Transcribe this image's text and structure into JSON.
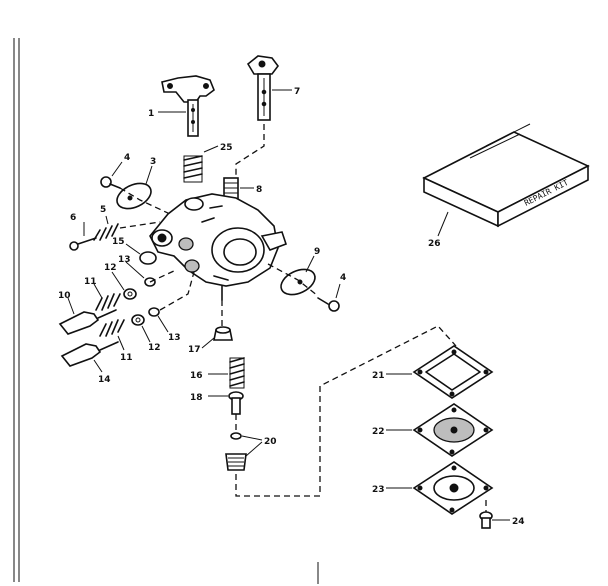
{
  "callouts": {
    "c1": "1",
    "c3": "3",
    "c4a": "4",
    "c4b": "4",
    "c5": "5",
    "c6": "6",
    "c7": "7",
    "c8": "8",
    "c9": "9",
    "c10": "10",
    "c11a": "11",
    "c11b": "11",
    "c12a": "12",
    "c12b": "12",
    "c13a": "13",
    "c13b": "13",
    "c14": "14",
    "c15": "15",
    "c16": "16",
    "c17": "17",
    "c18": "18",
    "c20": "20",
    "c21": "21",
    "c22": "22",
    "c23": "23",
    "c24": "24",
    "c25": "25",
    "c26": "26"
  },
  "repair_kit": {
    "label": "REPAIR KIT"
  }
}
